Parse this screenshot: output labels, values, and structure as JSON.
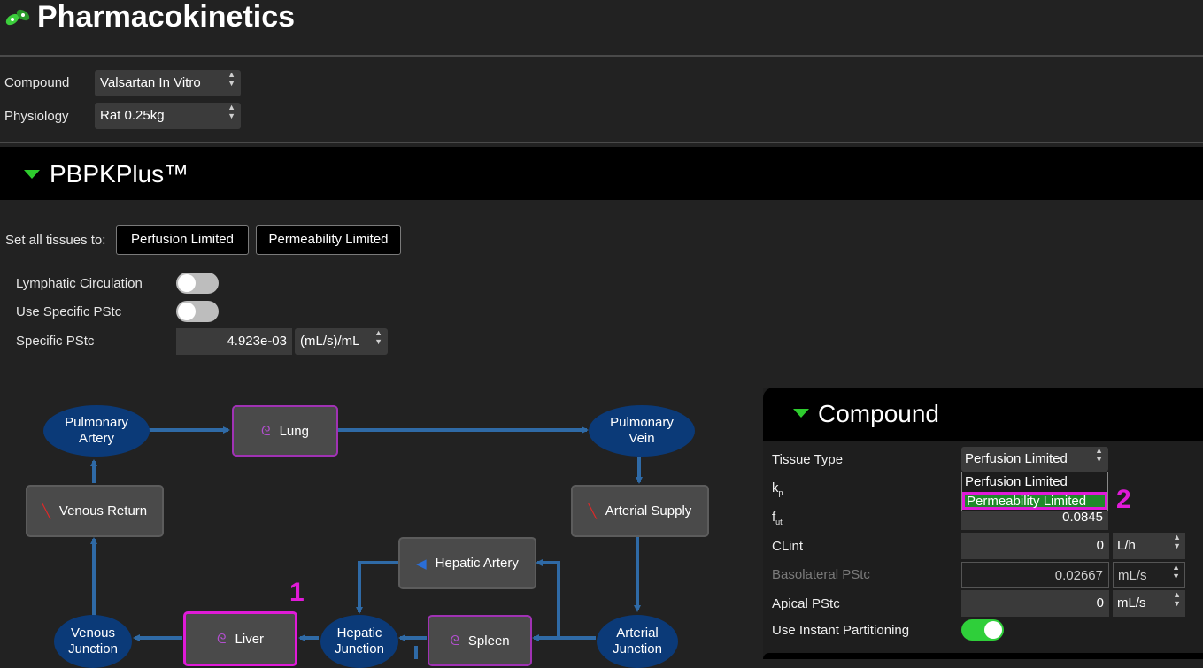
{
  "header": {
    "title": "Pharmacokinetics",
    "logo_icon": "pill-capsule-icon"
  },
  "selectors": {
    "compound_label": "Compound",
    "compound_value": "Valsartan In Vitro",
    "physiology_label": "Physiology",
    "physiology_value": "Rat 0.25kg"
  },
  "pbpk": {
    "title": "PBPKPlus™",
    "set_all_label": "Set all tissues to:",
    "btn_perfusion": "Perfusion Limited",
    "btn_permeability": "Permeability Limited",
    "lymphatic_label": "Lymphatic Circulation",
    "lymphatic_on": false,
    "specific_pstc_toggle_label": "Use Specific PStc",
    "specific_pstc_toggle_on": false,
    "specific_pstc_label": "Specific PStc",
    "specific_pstc_value": "4.923e-03",
    "specific_pstc_unit": "(mL/s)/mL"
  },
  "diagram": {
    "pulmonary_artery": "Pulmonary Artery",
    "lung": "Lung",
    "pulmonary_vein": "Pulmonary Vein",
    "venous_return": "Venous Return",
    "arterial_supply": "Arterial Supply",
    "hepatic_artery": "Hepatic Artery",
    "venous_junction": "Venous Junction",
    "liver": "Liver",
    "hepatic_junction": "Hepatic Junction",
    "spleen": "Spleen",
    "arterial_junction": "Arterial Junction",
    "annotation_1": "1"
  },
  "compound_panel": {
    "title": "Compound",
    "tissue_type_label": "Tissue Type",
    "tissue_type_value": "Perfusion Limited",
    "dropdown_options": [
      "Perfusion Limited",
      "Permeability Limited"
    ],
    "kp_label": "k",
    "kp_sub": "p",
    "fut_label": "f",
    "fut_sub": "ut",
    "fut_value": "0.0845",
    "clint_label": "CLint",
    "clint_value": "0",
    "clint_unit": "L/h",
    "basolateral_label": "Basolateral PStc",
    "basolateral_value": "0.02667",
    "basolateral_unit": "mL/s",
    "apical_label": "Apical PStc",
    "apical_value": "0",
    "apical_unit": "mL/s",
    "instant_label": "Use Instant Partitioning",
    "instant_on": true,
    "annotation_2": "2"
  },
  "colors": {
    "accent_green": "#2ecc2e",
    "node_blue": "#0b3a78",
    "edge_blue": "#2f6aa6",
    "highlight_magenta": "#e01ad8"
  }
}
